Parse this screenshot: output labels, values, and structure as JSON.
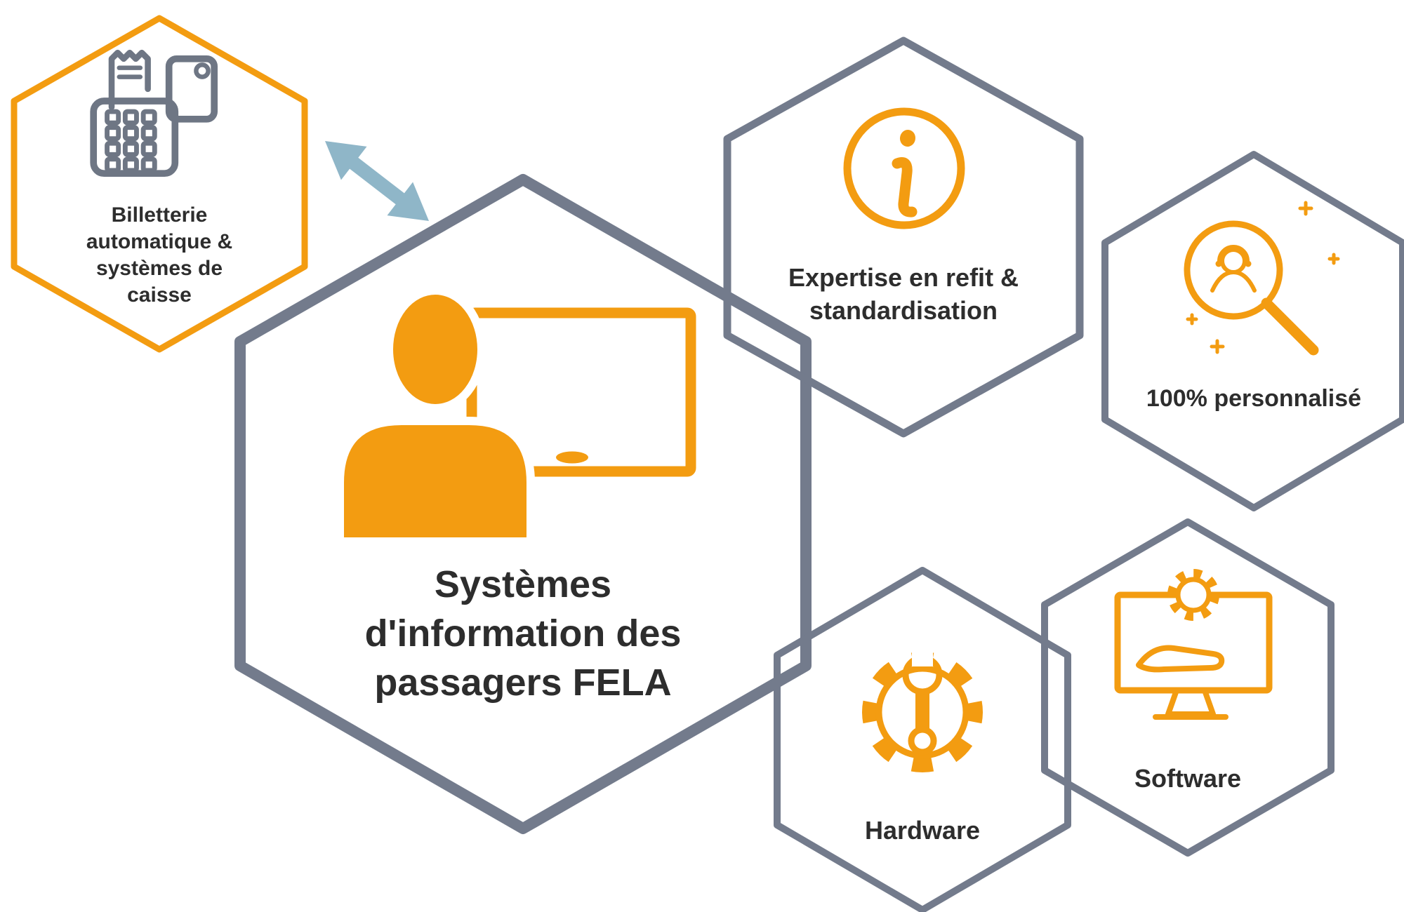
{
  "colors": {
    "orange": "#F39C11",
    "hexgray": "#737B8C",
    "icongray": "#6E7684",
    "arrow": "#8FB6C8",
    "text": "#2D2D2D"
  },
  "hexagons": {
    "billetterie": {
      "label_lines": [
        "Billetterie",
        "automatique &",
        "systèmes de",
        "caisse"
      ],
      "icon": "ticket-machine-icon"
    },
    "main": {
      "title_lines": [
        "Systèmes",
        "d'information des",
        "passagers FELA"
      ],
      "icon": "presenter-screen-icon"
    },
    "expertise": {
      "label_lines": [
        "Expertise en refit &",
        "standardisation"
      ],
      "icon": "info-icon"
    },
    "personnalise": {
      "label": "100% personnalisé",
      "icon": "magnifier-person-icon"
    },
    "hardware": {
      "label": "Hardware",
      "icon": "gear-wrench-icon"
    },
    "software": {
      "label": "Software",
      "icon": "monitor-gear-hand-icon"
    }
  },
  "connector": {
    "type": "double-headed-arrow",
    "from": "billetterie",
    "to": "main"
  }
}
